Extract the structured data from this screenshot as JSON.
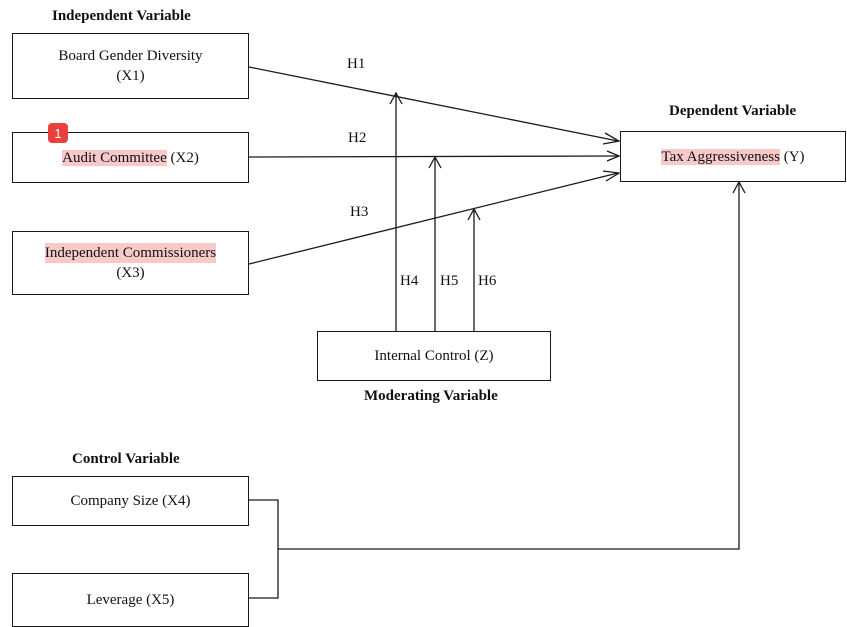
{
  "headings": {
    "independent": "Independent Variable",
    "dependent": "Dependent Variable",
    "moderating": "Moderating Variable",
    "control": "Control Variable"
  },
  "boxes": {
    "x1": {
      "line1": "Board Gender Diversity",
      "line2": "(X1)"
    },
    "x2": {
      "highlight": "Audit Committee",
      "rest": " (X2)"
    },
    "x3": {
      "highlight": "Independent Commissioners",
      "line2": "(X3)"
    },
    "y": {
      "highlight": "Tax Aggressiveness",
      "rest": " (Y)"
    },
    "z": {
      "label": "Internal Control (Z)"
    },
    "x4": {
      "label": "Company Size (X4)"
    },
    "x5": {
      "label": "Leverage (X5)"
    }
  },
  "hypotheses": {
    "h1": "H1",
    "h2": "H2",
    "h3": "H3",
    "h4": "H4",
    "h5": "H5",
    "h6": "H6"
  },
  "badge": "1",
  "colors": {
    "highlight": "#f8c9c9",
    "badge": "#e8413c",
    "line": "#1a1a1a"
  }
}
